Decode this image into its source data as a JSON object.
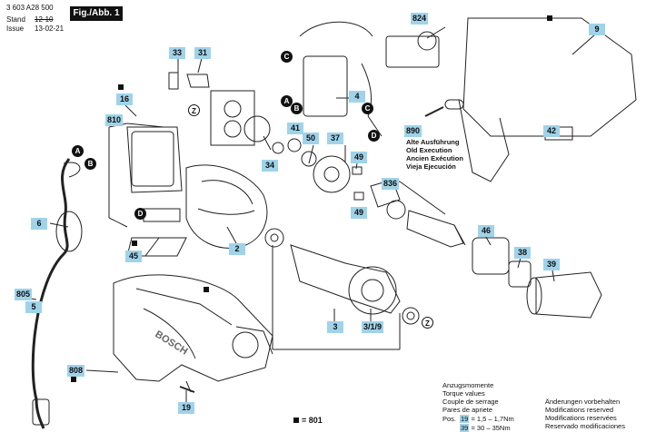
{
  "header": {
    "doc_number": "3 603 A28 500",
    "stand_label": "Stand",
    "stand_value": "12-10",
    "issue_label": "Issue",
    "issue_value": "13-02-21",
    "figure_label": "Fig./Abb. 1"
  },
  "callouts": [
    "33",
    "31",
    "16",
    "810",
    "824",
    "9",
    "4",
    "5",
    "C",
    "C",
    "890",
    "42",
    "B",
    "A",
    "50",
    "41",
    "37",
    "49",
    "836",
    "6",
    "2",
    "45",
    "46",
    "38",
    "39",
    "805",
    "3",
    "3/1/9",
    "Z",
    "Z",
    "808",
    "19",
    "A",
    "B",
    "D",
    "D"
  ],
  "callout_numbers": {
    "c824": "824",
    "c9": "9",
    "c33": "33",
    "c31": "31",
    "c16": "16",
    "c810": "810",
    "c4": "4",
    "c890": "890",
    "c42": "42",
    "c41": "41",
    "c50": "50",
    "c37": "37",
    "c49a": "49",
    "c49b": "49",
    "c836": "836",
    "c34": "34",
    "c6": "6",
    "c2": "2",
    "c45": "45",
    "c46": "46",
    "c38": "38",
    "c39": "39",
    "c805": "805",
    "c5": "5",
    "c3": "3",
    "c319": "3/1/9",
    "c808": "808",
    "c19": "19"
  },
  "circle_labels": {
    "zTop": "Z",
    "zBottom": "Z",
    "cTop": "C",
    "bTop": "B",
    "aTop": "A",
    "cMid": "C",
    "dTop": "D",
    "dMid": "D",
    "aLeft": "A",
    "bLeft": "B"
  },
  "execution_note": [
    "Alte Ausführung",
    "Old Execution",
    "Ancien Exécution",
    "Vieja Ejecución"
  ],
  "torque": {
    "lines": [
      "Anzugsmomente",
      "Torque values",
      "Couple de serrage",
      "Pares de apriete"
    ],
    "pos_label": "Pos.",
    "row1_pos": "19",
    "row1_text": "= 1,5 – 1,7Nm",
    "row2_pos": "39",
    "row2_text": "= 30 – 35Nm"
  },
  "reserved": [
    "Änderungen vorbehalten",
    "Modifications reserved",
    "Modifications reservées",
    "Reservado modificaciones"
  ],
  "legend": {
    "text": "= 801"
  },
  "colors": {
    "callout": "#9fd3ea",
    "ink": "#111111"
  }
}
